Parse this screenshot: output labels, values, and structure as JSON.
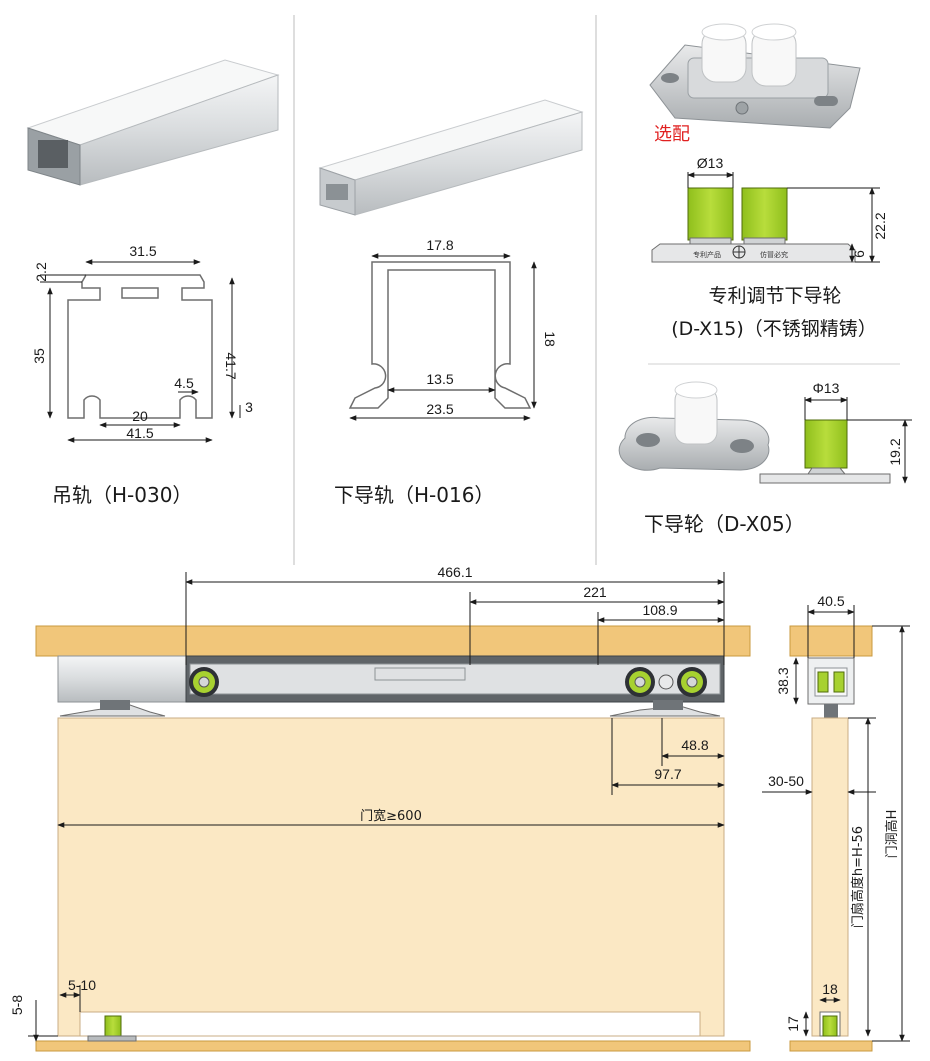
{
  "top_left": {
    "caption": "吊轨（H-030）",
    "dims": {
      "top_width": "31.5",
      "top_thick": "2.2",
      "height": "35",
      "total_height": "41.7",
      "slot": "4.5",
      "bottom_inner": "20",
      "bottom_width": "41.5",
      "bottom_step": "3"
    }
  },
  "top_mid": {
    "caption": "下导轨（H-016）",
    "dims": {
      "top_width": "17.8",
      "height": "18",
      "inner": "13.5",
      "bottom": "23.5"
    }
  },
  "top_right": {
    "optional": "选配",
    "wheel1": {
      "caption1": "专利调节下导轮",
      "caption2": "(D-X15)（不锈钢精铸）",
      "diameter": "Ø13",
      "height": "22.2",
      "base": "6",
      "plate_text1": "专利产品",
      "plate_text2": "仿冒必究"
    },
    "wheel2": {
      "caption": "下导轮（D-X05）",
      "diameter": "Φ13",
      "height": "19.2"
    }
  },
  "front_view": {
    "d1": "466.1",
    "d2": "221",
    "d3": "108.9",
    "d4": "48.8",
    "d5": "97.7",
    "door_width": "门宽≥600",
    "gap_side": "5-10",
    "gap_bottom": "5-8"
  },
  "side_view": {
    "top_width": "40.5",
    "rail_height": "38.3",
    "door_thick": "30-50",
    "door_height": "门扇高度h=H-56",
    "opening_height": "门洞高H",
    "bottom_width": "18",
    "bottom_height": "17"
  },
  "colors": {
    "wood": "#f1c67a",
    "door": "#fbe8c4",
    "door_edge": "#c8ad84",
    "green": "#a7d130",
    "rail": "#c9ccce",
    "red": "#e02020"
  }
}
